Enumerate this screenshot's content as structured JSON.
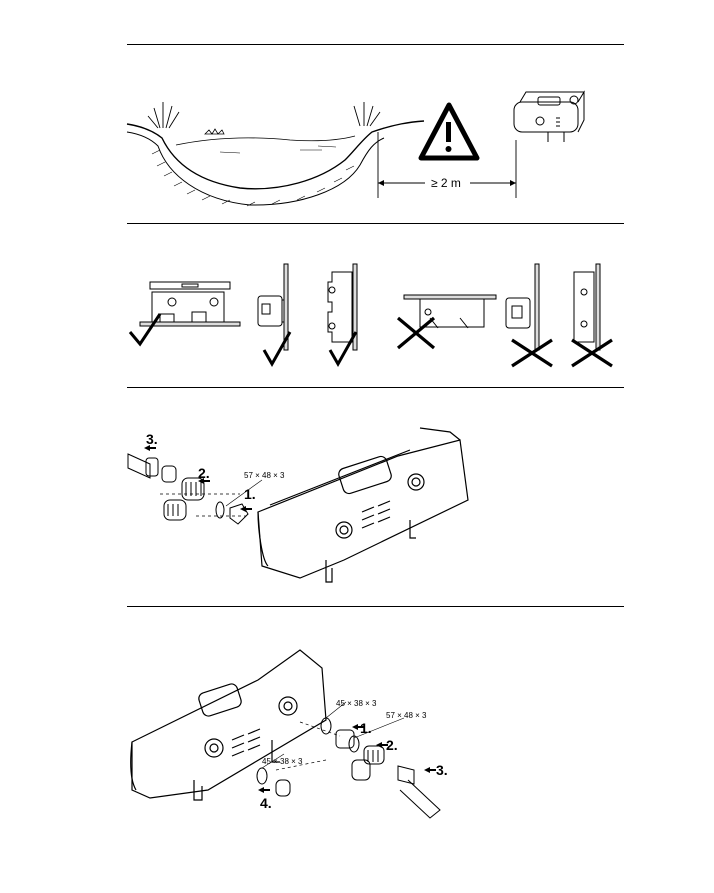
{
  "panel1": {
    "distance_label": "≥ 2 m"
  },
  "panel3": {
    "steps": [
      "3.",
      "2.",
      "1."
    ],
    "seal_label": "57 × 48 × 3"
  },
  "panel4": {
    "steps": [
      "1.",
      "2.",
      "3.",
      "4."
    ],
    "seal_labels": [
      "45 × 38 × 3",
      "57 × 48 × 3",
      "45 × 38 × 3"
    ]
  },
  "colors": {
    "line": "#000000",
    "background": "#ffffff"
  }
}
